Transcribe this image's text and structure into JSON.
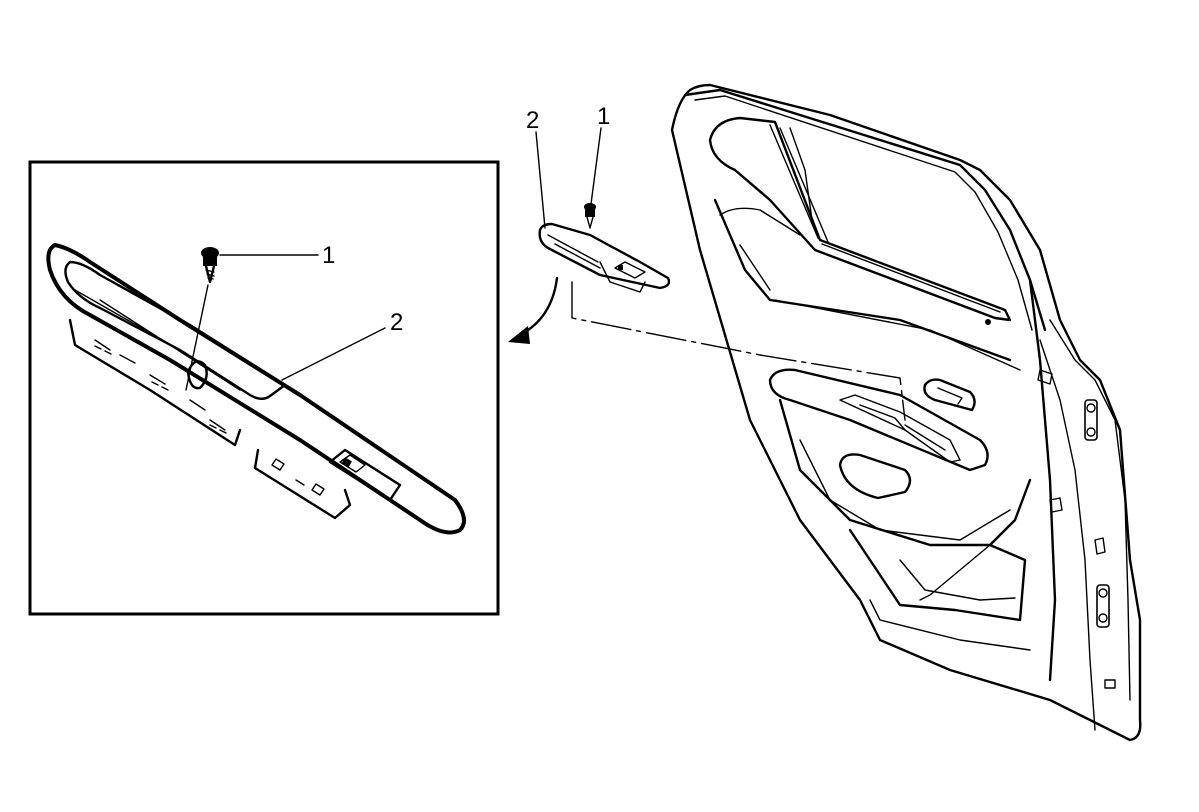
{
  "callouts": {
    "detail_screw": "1",
    "detail_bezel": "2",
    "main_screw": "1",
    "main_bezel": "2"
  },
  "colors": {
    "ink": "#000000",
    "background": "#ffffff"
  }
}
